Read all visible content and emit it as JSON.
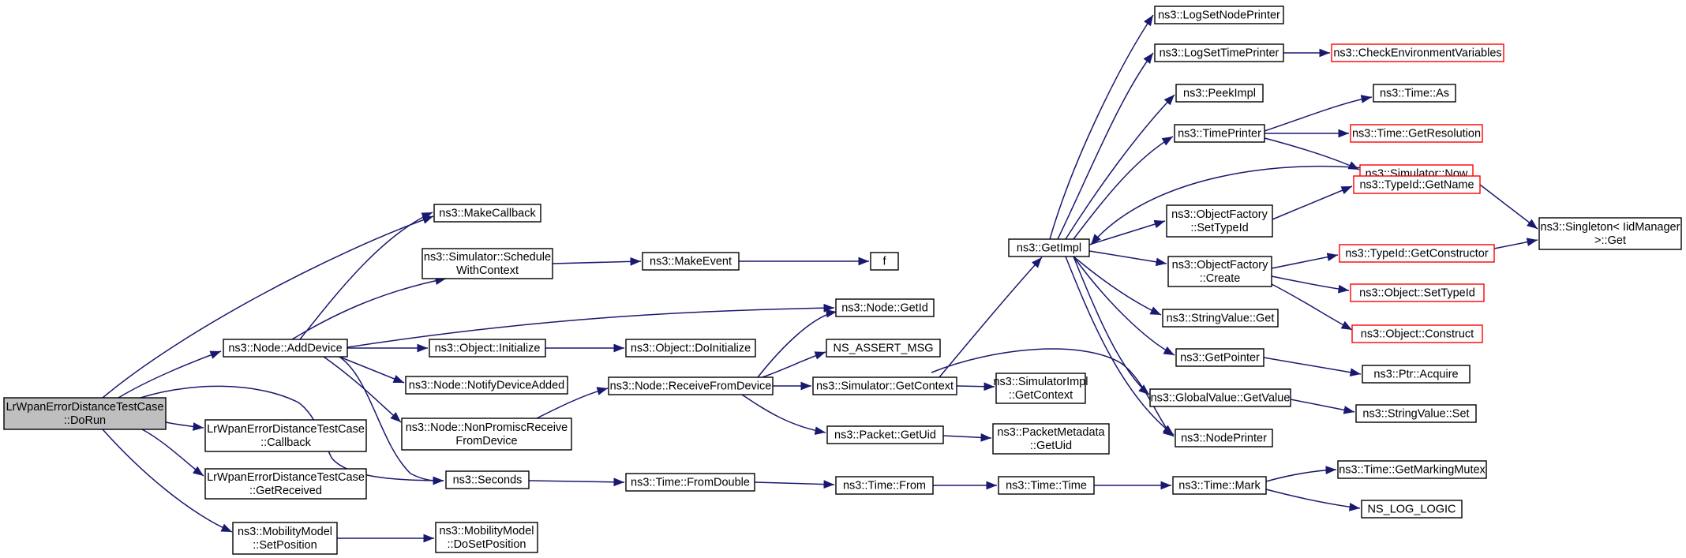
{
  "graph": {
    "nodes": [
      {
        "id": "root",
        "lines": [
          "LrWpanErrorDistanceTestCase",
          "::DoRun"
        ],
        "root": true
      },
      {
        "id": "adddev",
        "lines": [
          "ns3::Node::AddDevice"
        ]
      },
      {
        "id": "makecb",
        "lines": [
          "ns3::MakeCallback"
        ]
      },
      {
        "id": "schedctx",
        "lines": [
          "ns3::Simulator::Schedule",
          "WithContext"
        ]
      },
      {
        "id": "makeevent",
        "lines": [
          "ns3::MakeEvent"
        ]
      },
      {
        "id": "f",
        "lines": [
          "f"
        ]
      },
      {
        "id": "getid",
        "lines": [
          "ns3::Node::GetId"
        ]
      },
      {
        "id": "objinit",
        "lines": [
          "ns3::Object::Initialize"
        ]
      },
      {
        "id": "doinit",
        "lines": [
          "ns3::Object::DoInitialize"
        ]
      },
      {
        "id": "notifydev",
        "lines": [
          "ns3::Node::NotifyDeviceAdded"
        ]
      },
      {
        "id": "nonpromisc",
        "lines": [
          "ns3::Node::NonPromiscReceive",
          "FromDevice"
        ]
      },
      {
        "id": "recvfromdev",
        "lines": [
          "ns3::Node::ReceiveFromDevice"
        ]
      },
      {
        "id": "assertmsg",
        "lines": [
          "NS_ASSERT_MSG"
        ]
      },
      {
        "id": "getcontext",
        "lines": [
          "ns3::Simulator::GetContext"
        ]
      },
      {
        "id": "implgetctx",
        "lines": [
          "ns3::SimulatorImpl",
          "::GetContext"
        ]
      },
      {
        "id": "pktgetuid",
        "lines": [
          "ns3::Packet::GetUid"
        ]
      },
      {
        "id": "pmgetuid",
        "lines": [
          "ns3::PacketMetadata",
          "::GetUid"
        ]
      },
      {
        "id": "callback",
        "lines": [
          "LrWpanErrorDistanceTestCase",
          "::Callback"
        ]
      },
      {
        "id": "getreceived",
        "lines": [
          "LrWpanErrorDistanceTestCase",
          "::GetReceived"
        ]
      },
      {
        "id": "seconds",
        "lines": [
          "ns3::Seconds"
        ]
      },
      {
        "id": "fromdouble",
        "lines": [
          "ns3::Time::FromDouble"
        ]
      },
      {
        "id": "from",
        "lines": [
          "ns3::Time::From"
        ]
      },
      {
        "id": "timetime",
        "lines": [
          "ns3::Time::Time"
        ]
      },
      {
        "id": "timemark",
        "lines": [
          "ns3::Time::Mark"
        ]
      },
      {
        "id": "markmutex",
        "lines": [
          "ns3::Time::GetMarkingMutex"
        ]
      },
      {
        "id": "nslogic",
        "lines": [
          "NS_LOG_LOGIC"
        ]
      },
      {
        "id": "setpos",
        "lines": [
          "ns3::MobilityModel",
          "::SetPosition"
        ]
      },
      {
        "id": "dosetpos",
        "lines": [
          "ns3::MobilityModel",
          "::DoSetPosition"
        ]
      },
      {
        "id": "getimpl",
        "lines": [
          "ns3::GetImpl"
        ]
      },
      {
        "id": "lognode",
        "lines": [
          "ns3::LogSetNodePrinter"
        ]
      },
      {
        "id": "logtime",
        "lines": [
          "ns3::LogSetTimePrinter"
        ]
      },
      {
        "id": "checkenv",
        "lines": [
          "ns3::CheckEnvironmentVariables"
        ],
        "ext": true
      },
      {
        "id": "peekimpl",
        "lines": [
          "ns3::PeekImpl"
        ]
      },
      {
        "id": "timeprinter",
        "lines": [
          "ns3::TimePrinter"
        ]
      },
      {
        "id": "timeas",
        "lines": [
          "ns3::Time::As"
        ]
      },
      {
        "id": "getres",
        "lines": [
          "ns3::Time::GetResolution"
        ],
        "ext": true
      },
      {
        "id": "simnow",
        "lines": [
          "ns3::Simulator::Now"
        ],
        "ext": true
      },
      {
        "id": "ofsettid",
        "lines": [
          "ns3::ObjectFactory",
          "::SetTypeId"
        ]
      },
      {
        "id": "tidgetname",
        "lines": [
          "ns3::TypeId::GetName"
        ],
        "ext": true
      },
      {
        "id": "singleton",
        "lines": [
          "ns3::Singleton< IidManager",
          " >::Get"
        ]
      },
      {
        "id": "ofcreate",
        "lines": [
          "ns3::ObjectFactory",
          "::Create"
        ]
      },
      {
        "id": "tidgetctor",
        "lines": [
          "ns3::TypeId::GetConstructor"
        ],
        "ext": true
      },
      {
        "id": "objsettid",
        "lines": [
          "ns3::Object::SetTypeId"
        ],
        "ext": true
      },
      {
        "id": "objconstruct",
        "lines": [
          "ns3::Object::Construct"
        ],
        "ext": true
      },
      {
        "id": "svget",
        "lines": [
          "ns3::StringValue::Get"
        ]
      },
      {
        "id": "getpointer",
        "lines": [
          "ns3::GetPointer"
        ]
      },
      {
        "id": "ptracquire",
        "lines": [
          "ns3::Ptr::Acquire"
        ]
      },
      {
        "id": "gvgetvalue",
        "lines": [
          "ns3::GlobalValue::GetValue"
        ]
      },
      {
        "id": "svset",
        "lines": [
          "ns3::StringValue::Set"
        ]
      },
      {
        "id": "nodeprinter",
        "lines": [
          "ns3::NodePrinter"
        ]
      }
    ]
  }
}
